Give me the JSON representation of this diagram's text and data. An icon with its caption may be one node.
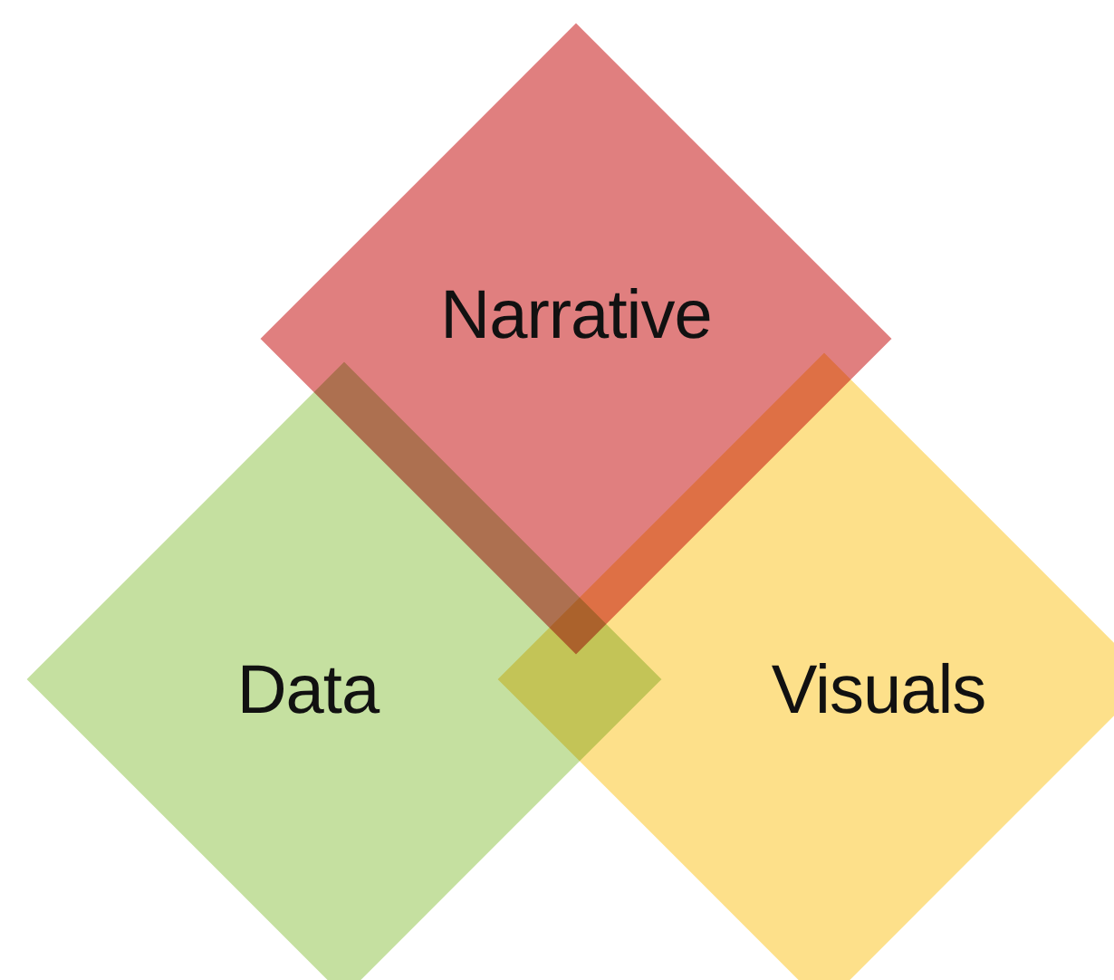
{
  "diagram": {
    "nodes": [
      {
        "text": [
          "Narrative"
        ]
      },
      {
        "text": [
          "Data"
        ]
      },
      {
        "text": [
          "Visuals"
        ]
      }
    ],
    "edges": []
  }
}
